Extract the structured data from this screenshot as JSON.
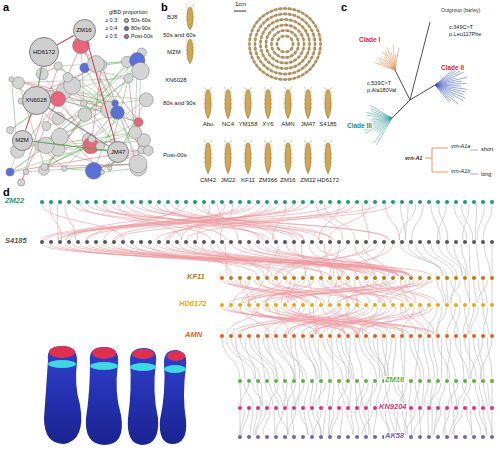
{
  "diagram": {
    "nodes": [
      {
        "text": [
          "ZM16"
        ]
      },
      {
        "text": [
          "HD6172"
        ]
      },
      {
        "text": [
          "XN6028"
        ]
      },
      {
        "text": [
          "MZM"
        ]
      },
      {
        "text": [
          "JM47"
        ]
      }
    ],
    "edges": [
      {
        "from": 0,
        "to": 1,
        "arrow": "none"
      },
      {
        "from": 1,
        "to": 2,
        "arrow": "none"
      },
      {
        "from": 2,
        "to": 3,
        "arrow": "none"
      },
      {
        "from": 3,
        "to": 4,
        "arrow": "none"
      },
      {
        "from": 4,
        "to": 0,
        "arrow": "none"
      },
      {
        "from": 2,
        "to": 4,
        "arrow": "none"
      }
    ],
    "labels": [
      "a",
      "gIBD proportion",
      "≥ 0.3",
      "≥ 0.4",
      "≥ 0.5",
      "b",
      "1cm",
      "50s and 60s",
      "BJ8",
      "MZM",
      "XN6028",
      "80s and 90s",
      "Abo",
      "NC4",
      "YM158",
      "XY6",
      "AMN",
      "JM47",
      "S4185",
      "Post-00s",
      "CM42",
      "JM22",
      "KF11",
      "ZM366",
      "ZM16",
      "ZM22",
      "HD6172",
      "c",
      "Outgroup (barley)",
      "Clade I",
      "Clade II",
      "Clade III",
      "c.349C>T",
      "p.Leu117Phe",
      "c.539C>T",
      "p.Ala180Val",
      "vrn-A1a",
      "vrn-A1b",
      "vrn-A1",
      "short",
      "long",
      "d",
      "ZM22",
      "S4185",
      "KF11",
      "HD6172",
      "AMN",
      "ZM16",
      "KN9204",
      "AK58"
    ],
    "legend": [
      {
        "text": "50s-60s",
        "color": "#b5b5b5"
      },
      {
        "text": "80s-90s",
        "color": "#5b6fd8"
      },
      {
        "text": "Post-00s",
        "color": "#e8657a"
      }
    ]
  }
}
